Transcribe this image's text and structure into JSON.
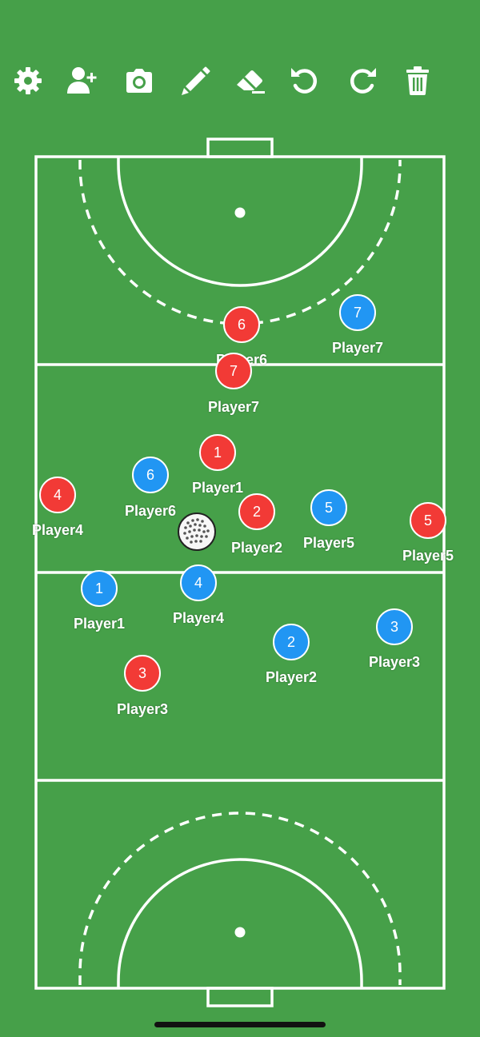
{
  "colors": {
    "grass": "#46a049",
    "line": "#ffffff",
    "team_red": "#f23a36",
    "team_blue": "#2196f3"
  },
  "toolbar": {
    "tools": [
      {
        "name": "settings",
        "icon": "gear-icon"
      },
      {
        "name": "add-player",
        "icon": "add-user-icon"
      },
      {
        "name": "screenshot",
        "icon": "camera-icon"
      },
      {
        "name": "draw",
        "icon": "pencil-icon"
      },
      {
        "name": "erase",
        "icon": "eraser-icon"
      },
      {
        "name": "undo",
        "icon": "undo-icon"
      },
      {
        "name": "redo",
        "icon": "redo-icon"
      },
      {
        "name": "delete",
        "icon": "trash-icon"
      }
    ]
  },
  "red_team": [
    {
      "number": "6",
      "label": "Player6"
    },
    {
      "number": "7",
      "label": "Player7"
    },
    {
      "number": "1",
      "label": "Player1"
    },
    {
      "number": "4",
      "label": "Player4"
    },
    {
      "number": "2",
      "label": "Player2"
    },
    {
      "number": "5",
      "label": "Player5"
    },
    {
      "number": "3",
      "label": "Player3"
    }
  ],
  "blue_team": [
    {
      "number": "7",
      "label": "Player7"
    },
    {
      "number": "6",
      "label": "Player6"
    },
    {
      "number": "5",
      "label": "Player5"
    },
    {
      "number": "1",
      "label": "Player1"
    },
    {
      "number": "4",
      "label": "Player4"
    },
    {
      "number": "2",
      "label": "Player2"
    },
    {
      "number": "3",
      "label": "Player3"
    }
  ],
  "ball": {
    "icon": "ball-icon"
  }
}
